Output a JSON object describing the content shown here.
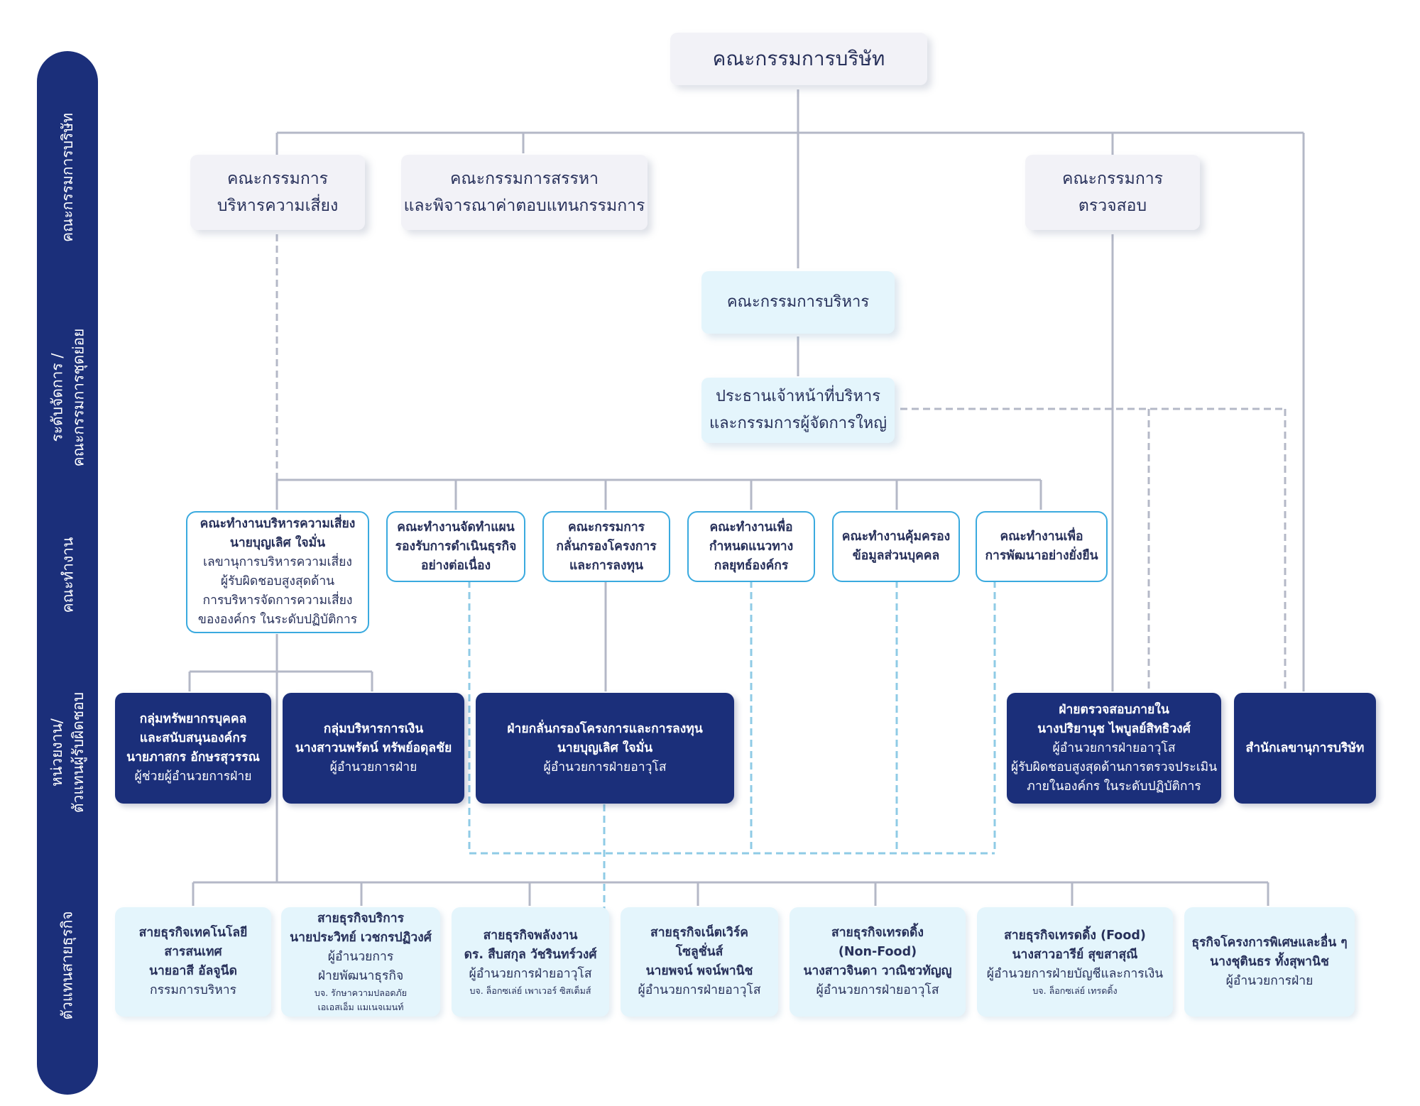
{
  "levels": [
    "คณะกรรมการบริษัท",
    "ระดับจัดการ /\nคณะกรรมการชุดย่อย",
    "คณะทำงาน",
    "หน่วยงาน/\nตัวแทนผู้รับผิดชอบ",
    "ตัวแทนสายธุรกิจ"
  ],
  "board": {
    "title": "คณะกรรมการบริษัท",
    "risk_committee": [
      "คณะกรรมการ",
      "บริหารความเสี่ยง"
    ],
    "nomination_committee": [
      "คณะกรรมการสรรหา",
      "และพิจารณาค่าตอบแทนกรรมการ"
    ],
    "audit_committee": [
      "คณะกรรมการ",
      "ตรวจสอบ"
    ]
  },
  "management": {
    "executive_committee": "คณะกรรมการบริหาร",
    "ceo": [
      "ประธานเจ้าหน้าที่บริหาร",
      "และกรรมการผู้จัดการใหญ่"
    ]
  },
  "working_groups": [
    {
      "lines": [
        "คณะทำงานบริหารความเสี่ยง",
        "นายบุญเลิศ ใจมั่น"
      ],
      "sub": [
        "เลขานุการบริหารความเสี่ยง",
        "ผู้รับผิดชอบสูงสุดด้าน",
        "การบริหารจัดการความเสี่ยง",
        "ขององค์กร ในระดับปฏิบัติการ"
      ]
    },
    {
      "lines": [
        "คณะทำงานจัดทำแผน",
        "รองรับการดำเนินธุรกิจ",
        "อย่างต่อเนื่อง"
      ],
      "sub": []
    },
    {
      "lines": [
        "คณะกรรมการ",
        "กลั่นกรองโครงการ",
        "และการลงทุน"
      ],
      "sub": []
    },
    {
      "lines": [
        "คณะทำงานเพื่อ",
        "กำหนดแนวทาง",
        "กลยุทธ์องค์กร"
      ],
      "sub": []
    },
    {
      "lines": [
        "คณะทำงานคุ้มครอง",
        "ข้อมูลส่วนบุคคล"
      ],
      "sub": []
    },
    {
      "lines": [
        "คณะทำงานเพื่อ",
        "การพัฒนาอย่างยั่งยืน"
      ],
      "sub": []
    }
  ],
  "units": [
    {
      "lines": [
        "กลุ่มทรัพยากรบุคคล",
        "และสนับสนุนองค์กร",
        "นายภาสกร อักษรสุวรรณ"
      ],
      "sub": [
        "ผู้ช่วยผู้อำนวยการฝ่าย"
      ]
    },
    {
      "lines": [
        "กลุ่มบริหารการเงิน",
        "นางสาวนพรัตน์ ทรัพย์อดุลชัย"
      ],
      "sub": [
        "ผู้อำนวยการฝ่าย"
      ]
    },
    {
      "lines": [
        "ฝ่ายกลั่นกรองโครงการและการลงทุน",
        "นายบุญเลิศ ใจมั่น"
      ],
      "sub": [
        "ผู้อำนวยการฝ่ายอาวุโส"
      ]
    },
    {
      "lines": [
        "ฝ่ายตรวจสอบภายใน",
        "นางปริยานุช ไพบูลย์สิทธิวงศ์"
      ],
      "sub": [
        "ผู้อำนวยการฝ่ายอาวุโส",
        "ผู้รับผิดชอบสูงสุดด้านการตรวจประเมิน",
        "ภายในองค์กร ในระดับปฏิบัติการ"
      ]
    },
    {
      "lines": [
        "สำนักเลขานุการบริษัท"
      ],
      "sub": []
    }
  ],
  "business_units": [
    {
      "lines": [
        "สายธุรกิจเทคโนโลยี",
        "สารสนเทศ",
        "นายอาสี อัลจูนีด"
      ],
      "sub": [
        "กรรมการบริหาร"
      ],
      "small": []
    },
    {
      "lines": [
        "สายธุรกิจบริการ",
        "นายประวิทย์ เวชกรปฏิวงศ์"
      ],
      "sub": [
        "ผู้อำนวยการ",
        "ฝ่ายพัฒนาธุรกิจ"
      ],
      "small": [
        "บจ. รักษาความปลอดภัย",
        "เอเอสเอ็ม แมเนจเมนท์"
      ]
    },
    {
      "lines": [
        "สายธุรกิจพลังงาน",
        "ดร. สืบสกุล วัชรินทร์วงศ์"
      ],
      "sub": [
        "ผู้อำนวยการฝ่ายอาวุโส"
      ],
      "small": [
        "บจ. ล็อกซเล่ย์ เพาเวอร์ ซิสเต็มส์"
      ]
    },
    {
      "lines": [
        "สายธุรกิจเน็ตเวิร์ค",
        "โซลูชั่นส์",
        "นายพจน์ พจน์พานิช"
      ],
      "sub": [
        "ผู้อำนวยการฝ่ายอาวุโส"
      ],
      "small": []
    },
    {
      "lines": [
        "สายธุรกิจเทรดดิ้ง",
        "(Non-Food)",
        "นางสาวจินดา วาณิชวทัญญู"
      ],
      "sub": [
        "ผู้อำนวยการฝ่ายอาวุโส"
      ],
      "small": []
    },
    {
      "lines": [
        "สายธุรกิจเทรดดิ้ง (Food)",
        "นางสาวอารีย์ สุขสาสุณี"
      ],
      "sub": [
        "ผู้อำนวยการฝ่ายบัญชีและการเงิน"
      ],
      "small": [
        "บจ. ล็อกซเล่ย์ เทรดดิ้ง"
      ]
    },
    {
      "lines": [
        "ธุรกิจโครงการพิเศษและอื่น ๆ",
        "นางชุตินธร ทั้งสุพานิช"
      ],
      "sub": [
        "ผู้อำนวยการฝ่าย"
      ],
      "small": []
    }
  ],
  "colors": {
    "navy": "#1b2f7a",
    "light_blue": "#e4f5fc",
    "accent": "#3aaadf",
    "line": "#b4b8c7"
  }
}
